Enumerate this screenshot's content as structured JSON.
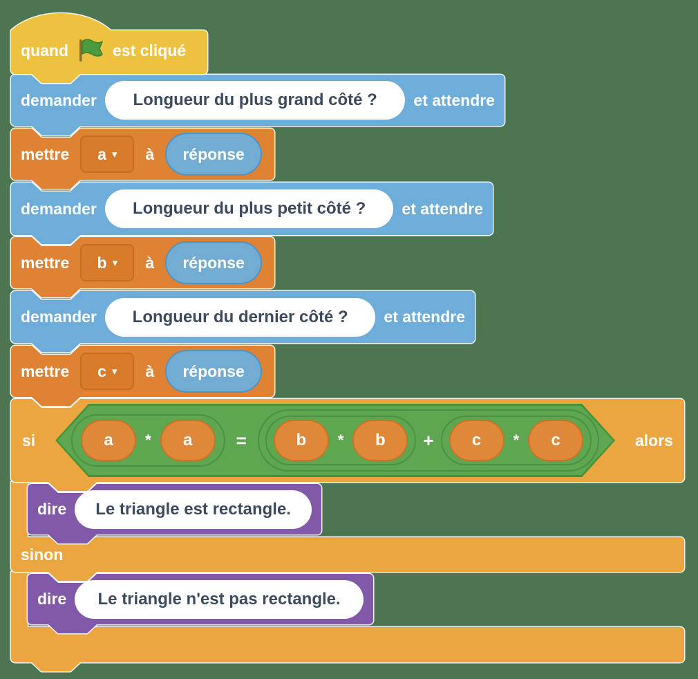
{
  "app": "scratch-block-script",
  "colors": {
    "background": "#4C7551",
    "events_yellow": "#ECC23E",
    "sensing_blue": "#6EACD9",
    "variables_orange": "#E08234",
    "control_orange": "#ECA63F",
    "operators_green": "#5EA64F",
    "looks_purple": "#8259A8",
    "variable_oval_orange": "#E0883A",
    "input_text": "#3D4A5E",
    "flag_green": "#4C9A3E"
  },
  "icons": {
    "dropdown_arrow": "▾",
    "flag": "green-flag-icon"
  },
  "blocks": {
    "when_flag_clicked": {
      "text_before": "quand",
      "text_after": "est cliqué"
    },
    "ask_1": {
      "label": "demander",
      "question": "Longueur du plus grand côté ?",
      "suffix": "et attendre"
    },
    "set_a": {
      "label": "mettre",
      "variable": "a",
      "preposition": "à",
      "value": "réponse"
    },
    "ask_2": {
      "label": "demander",
      "question": "Longueur du plus petit côté ?",
      "suffix": "et attendre"
    },
    "set_b": {
      "label": "mettre",
      "variable": "b",
      "preposition": "à",
      "value": "réponse"
    },
    "ask_3": {
      "label": "demander",
      "question": "Longueur du dernier côté ?",
      "suffix": "et attendre"
    },
    "set_c": {
      "label": "mettre",
      "variable": "c",
      "preposition": "à",
      "value": "réponse"
    },
    "if_else": {
      "if_label": "si",
      "then_label": "alors",
      "else_label": "sinon",
      "condition": {
        "equals": "=",
        "left": {
          "operand1": "a",
          "operator": "*",
          "operand2": "a"
        },
        "right": {
          "plus": "+",
          "left": {
            "operand1": "b",
            "operator": "*",
            "operand2": "b"
          },
          "right": {
            "operand1": "c",
            "operator": "*",
            "operand2": "c"
          }
        }
      }
    },
    "say_then": {
      "label": "dire",
      "message": "Le triangle est rectangle."
    },
    "say_else": {
      "label": "dire",
      "message": "Le triangle n'est pas rectangle."
    }
  }
}
